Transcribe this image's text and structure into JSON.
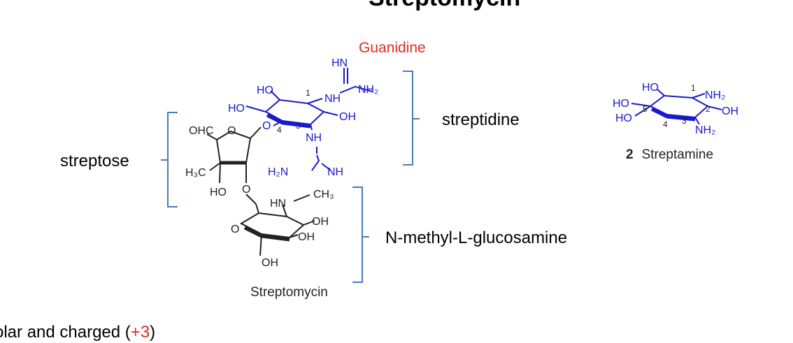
{
  "title": "Streptomycin",
  "guanidine_label": "Guanidine",
  "regions": {
    "streptidine": "streptidine",
    "streptose": "streptose",
    "glucosamine": "N-methyl-L-glucosamine"
  },
  "captions": {
    "streptomycin": "Streptomycin",
    "streptamine_number": "2",
    "streptamine_name": "Streptamine"
  },
  "note": {
    "prefix": "olar and charged (",
    "charge": "+3",
    "suffix": ")"
  },
  "colors": {
    "blue": "#1a1acc",
    "red": "#e02a1f",
    "bracket": "#4a7ab8",
    "black": "#222222"
  },
  "atoms": {
    "HN": "HN",
    "NH2": "NH₂",
    "HO": "HO",
    "NH": "NH",
    "OH": "OH",
    "O": "O",
    "OHC": "OHC",
    "H3C": "H₃C",
    "H2N": "H₂N",
    "CH3": "CH₃",
    "locants": [
      "1",
      "3",
      "4",
      "5",
      "2"
    ]
  }
}
